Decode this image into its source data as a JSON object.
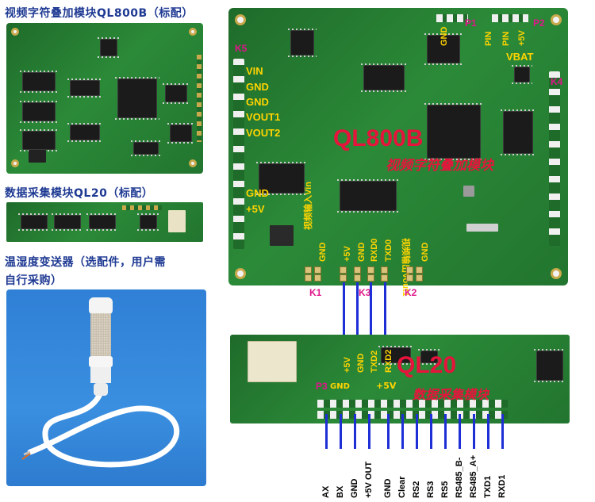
{
  "captions": {
    "ql800b": "视频字符叠加模块QL800B（标配）",
    "ql20": "数据采集模块QL20（标配）",
    "sensor_line1": "温湿度变送器（选配件，用户需",
    "sensor_line2": "自行采购）"
  },
  "board_ql800b": {
    "title": "QL800B",
    "subtitle": "视频字符叠加模块",
    "left_labels": [
      "VIN",
      "GND",
      "GND",
      "VOUT1",
      "VOUT2"
    ],
    "left_labels2": [
      "GND",
      "+5V"
    ],
    "top_right_labels": [
      "GND",
      "PIN",
      "PIN",
      "+5V"
    ],
    "vbat": "VBAT",
    "p1": "P1",
    "p2": "P2",
    "k5": "K5",
    "k4": "K4",
    "bottom_video_in": "视频输入Vin",
    "bottom_video_out": "视频输出Vout1",
    "k1_pins": [
      "GND"
    ],
    "k3_pins": [
      "+5V",
      "GND",
      "RXD0",
      "TXD0"
    ],
    "k2_pins": [
      "GND"
    ],
    "k1": "K1",
    "k3": "K3",
    "k2": "K2"
  },
  "board_ql20": {
    "title": "QL20",
    "subtitle": "数据采集模块",
    "top_pins": [
      "+5V",
      "GND",
      "TXD2",
      "RXD2"
    ],
    "p3": "P3",
    "gnd_small": "GND",
    "plus5v_small": "+5V"
  },
  "bottom_pins": [
    "AX",
    "BX",
    "GND",
    "+5V OUT",
    "GND",
    "Clear",
    "RS2",
    "RS3",
    "RS5",
    "RS485_B-",
    "RS485_A+",
    "TXD1",
    "RXD1"
  ],
  "colors": {
    "caption": "#1f3a93",
    "wire": "#1e2fd6",
    "yellow_label": "#ffd400",
    "pink_label": "#e0168a",
    "red_title": "#e6143c"
  }
}
